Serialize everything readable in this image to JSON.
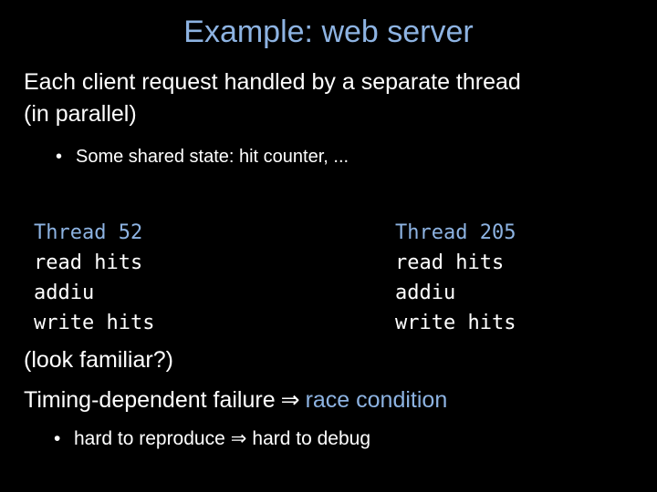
{
  "slide": {
    "title": "Example: web server",
    "line1": "Each client request handled by a separate thread",
    "line2": "(in parallel)",
    "bullet1": "Some shared state: hit counter, ...",
    "thread_left": {
      "header": "Thread 52",
      "lines": [
        "read hits",
        "addiu",
        "write hits"
      ]
    },
    "thread_right": {
      "header": "Thread 205",
      "lines": [
        "read hits",
        "addiu",
        "write hits"
      ]
    },
    "line3": "(look familiar?)",
    "line4_prefix": "Timing-dependent failure",
    "line4_arrow": "⇒",
    "line4_suffix": "race condition",
    "bullet2_prefix": "hard to reproduce",
    "bullet2_arrow": "⇒",
    "bullet2_suffix": "hard to debug",
    "bullet_glyph": "•",
    "colors": {
      "background": "#000000",
      "text": "#ffffff",
      "accent": "#8db3e2"
    }
  }
}
